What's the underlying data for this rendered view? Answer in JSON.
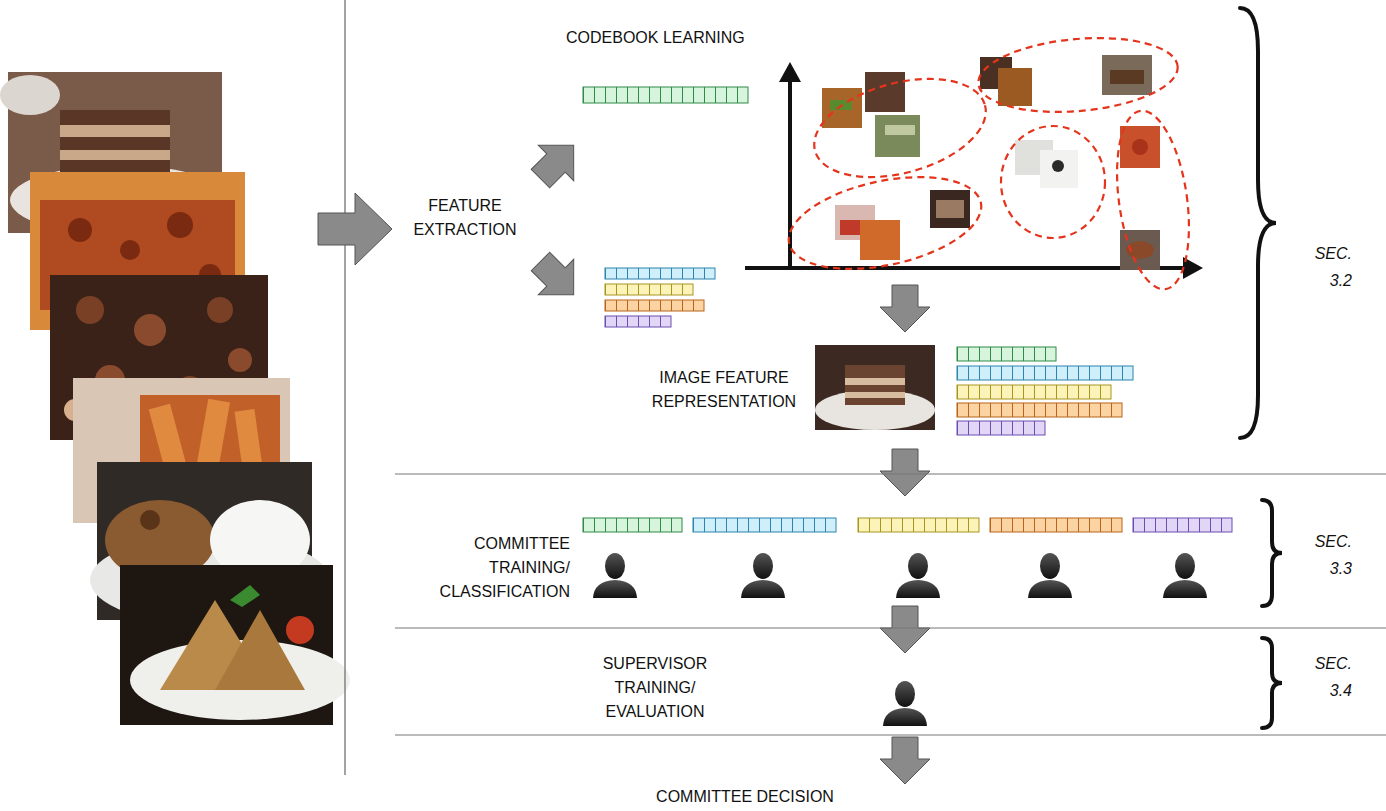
{
  "diagram": {
    "labels": [
      "CODEBOOK LEARNING",
      "FEATURE EXTRACTION",
      "IMAGE FEATURE REPRESENTATION",
      "COMMITTEE TRAINING/ CLASSIFICATION",
      "SUPERVISOR TRAINING/ EVALUATION",
      "COMMITTEE DECISION",
      "SEC. 3.2",
      "SEC. 3.3",
      "SEC. 3.4"
    ]
  }
}
